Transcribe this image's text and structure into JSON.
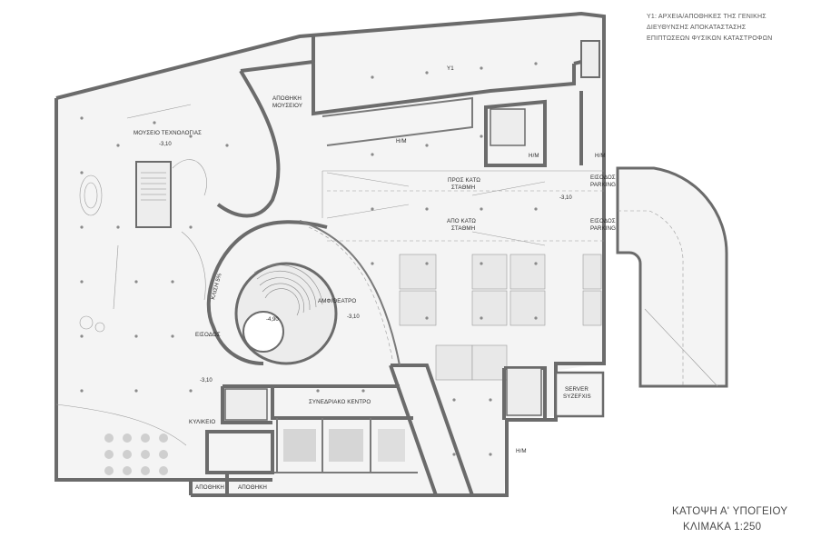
{
  "legend": {
    "line1": "Υ1: ΑΡΧΕΙΑ/ΑΠΟΘΗΚΕΣ ΤΗΣ ΓΕΝΙΚΗΣ",
    "line2": "ΔΙΕΥΘΥΝΣΗΣ ΑΠΟΚΑΤΑΣΤΑΣΗΣ",
    "line3": "ΕΠΙΠΤΩΣΕΩΝ ΦΥΣΙΚΩΝ ΚΑΤΑΣΤΡΟΦΩΝ"
  },
  "title": {
    "line1": "ΚΑΤΟΨΗ Α' ΥΠΟΓΕΙΟΥ",
    "line2": "ΚΛΙΜΑΚΑ 1:250"
  },
  "rooms": {
    "y1": "Υ1",
    "museum_storage_1": "ΑΠΟΘΗΚΗ",
    "museum_storage_2": "ΜΟΥΣΕΙΟΥ",
    "hm_top": "Η/Μ",
    "hm_mid": "Η/Μ",
    "hm_right": "Η/Μ",
    "hm_bottom": "Η/Μ",
    "tech_museum": "ΜΟΥΣΕΙΟ ΤΕΧΝΟΛΟΓΙΑΣ",
    "tech_museum_level": "-3,10",
    "to_lower_1": "ΠΡΟΣ ΚΑΤΩ",
    "to_lower_2": "ΣΤΑΘΜΗ",
    "from_lower_1": "ΑΠΟ ΚΑΤΩ",
    "from_lower_2": "ΣΤΑΘΜΗ",
    "parking_level": "-3,10",
    "entrance_parking_1a": "ΕΙΣΟΔΟΣ",
    "entrance_parking_1b": "PARKING",
    "entrance_parking_2a": "ΕΙΣΟΔΟΣ",
    "entrance_parking_2b": "PARKING",
    "ramp": "ΚΛΙΣΗ 5%",
    "amphitheatre": "ΑΜΦΙΘΕΑΤΡΟ",
    "amphi_level": "-4,90",
    "amphi_foyer_level": "-3,10",
    "entrance": "ΕΙΣΟΔΟΣ",
    "lobby_level": "-3,10",
    "conference_centre": "ΣΥΝΕΔΡΙΑΚΟ ΚΕΝΤΡΟ",
    "canteen": "ΚΥΛΙΚΕΙΟ",
    "storage_a": "ΑΠΟΘΗΚΗ",
    "storage_b": "ΑΠΟΘΗΚΗ",
    "server_1": "SERVER",
    "server_2": "SYZEFXIS"
  }
}
